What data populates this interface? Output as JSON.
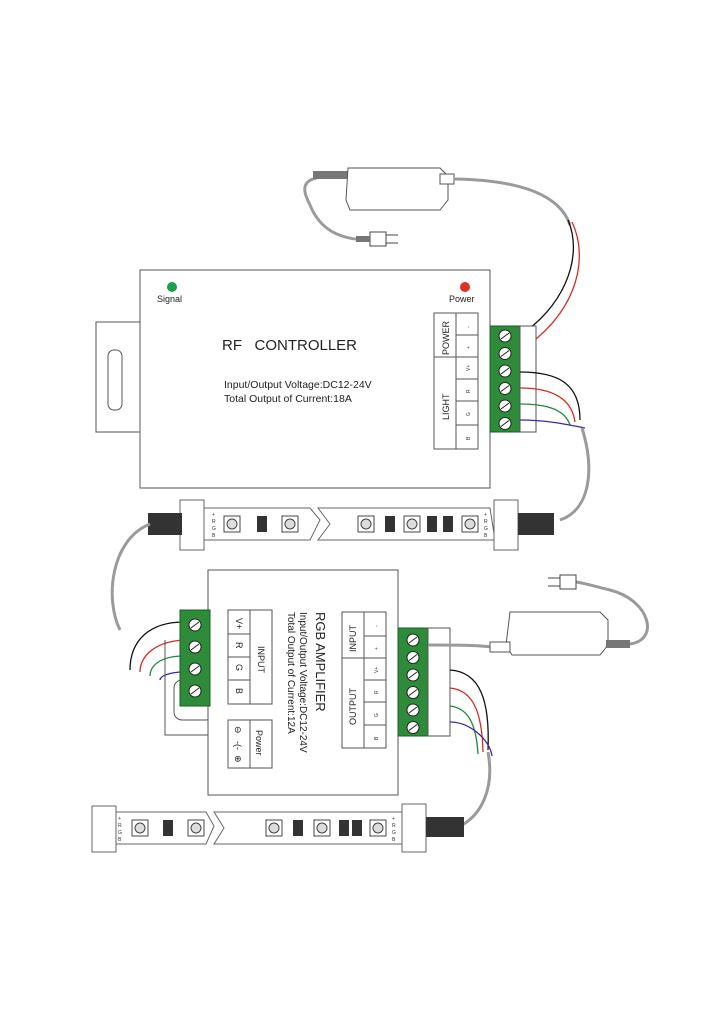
{
  "colors": {
    "signal_led": "#1aa04a",
    "power_led": "#e03020",
    "terminal_green": "#2e8b3a",
    "wire_red": "#d62c1f",
    "wire_green": "#1f8a3a",
    "wire_blue": "#3b2aa0",
    "wire_black": "#111111",
    "cable_gray": "#9a9a9a"
  },
  "controller": {
    "signal_label": "Signal",
    "power_label": "Power",
    "title": "RF   CONTROLLER",
    "voltage": "Input/Output Voltage:DC12-24V",
    "current": "Total Output of Current:18A",
    "table": {
      "power_label": "POWER",
      "light_label": "LIGHT",
      "pins": [
        "-",
        "+",
        "V+",
        "R",
        "G",
        "B"
      ]
    }
  },
  "amplifier": {
    "title": "RGB AMPLIFIER",
    "voltage": "Input/Output Voltage:DC12-24V",
    "current": "Total Output of Current:12A",
    "input_label": "INPUT",
    "input_pins": [
      "V+",
      "R",
      "G",
      "B"
    ],
    "power_label": "Power",
    "power_pins": [
      "⊖",
      "-(-",
      "⊕"
    ],
    "right_table": {
      "input_label": "INPUT",
      "output_label": "OUTPUT",
      "pins": [
        "-",
        "+",
        "V+",
        "R",
        "G",
        "B"
      ]
    }
  },
  "strip": {
    "pins": [
      "+",
      "R",
      "G",
      "B"
    ]
  }
}
